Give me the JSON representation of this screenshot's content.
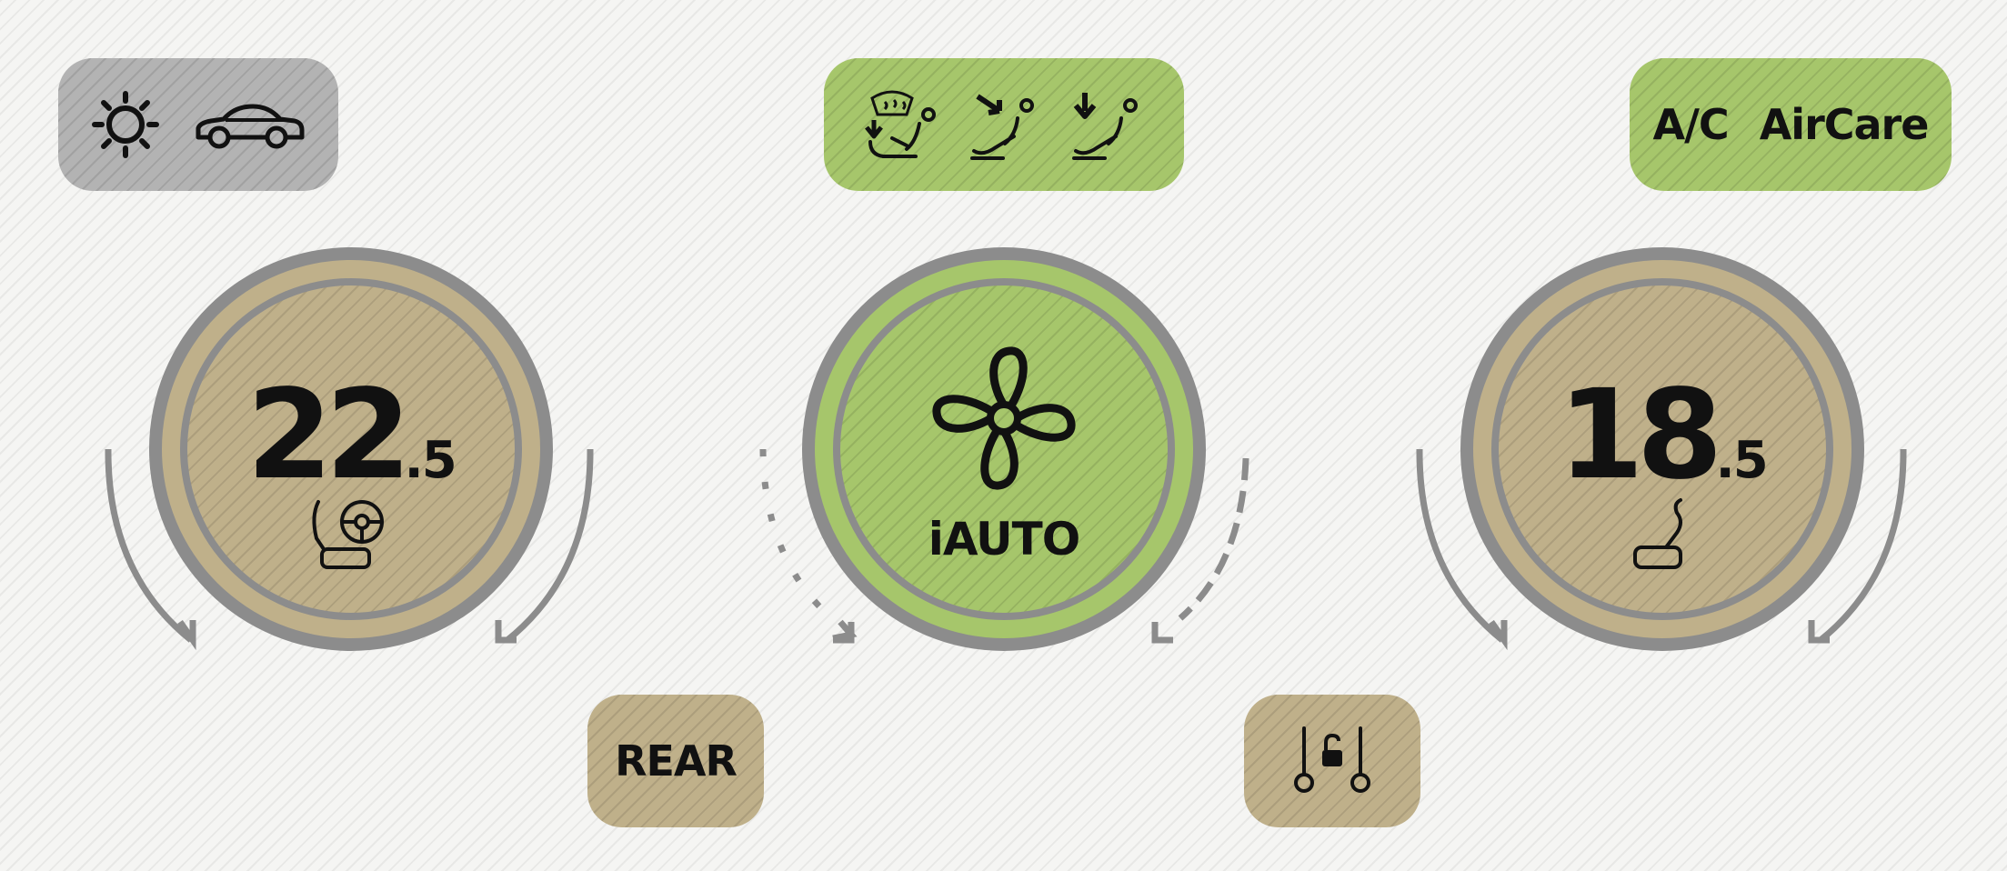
{
  "colors": {
    "background": "#f5f5f3",
    "gray_button": "#b3b3b3",
    "green_active": "#a6c66b",
    "tan_button": "#bfb08a",
    "ring_gray": "#8c8c8c",
    "text": "#111111"
  },
  "top_left": {
    "icons": [
      "sun-icon",
      "car-outline-icon"
    ]
  },
  "airflow": {
    "icons": [
      "windshield-defrost-feet-icon",
      "face-vent-icon",
      "feet-vent-icon"
    ]
  },
  "top_right": {
    "ac_label": "A/C",
    "aircare_label": "AirCare"
  },
  "driver_zone": {
    "temp_whole": "22",
    "temp_decimal": ".5",
    "icon": "driver-seat-steering-icon"
  },
  "fan": {
    "mode_label": "iAUTO",
    "icon": "fan-icon"
  },
  "passenger_zone": {
    "temp_whole": "18",
    "temp_decimal": ".5",
    "icon": "passenger-seat-icon"
  },
  "bottom": {
    "rear_label": "REAR",
    "sync_icon": "sync-unlock-icon"
  }
}
